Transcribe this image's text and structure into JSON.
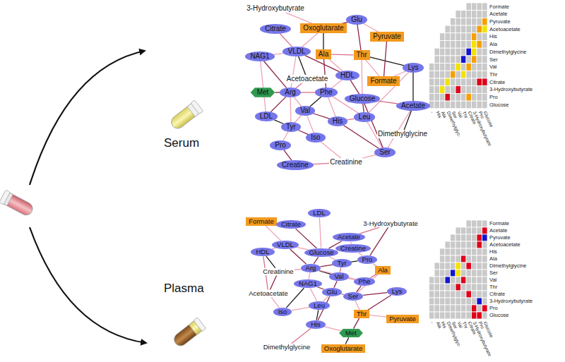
{
  "diagram": {
    "nodes": [
      {
        "text": [
          "3-Hydroxybutyrate"
        ]
      },
      {
        "text": [
          "Oxoglutarate"
        ]
      },
      {
        "text": [
          "Glu"
        ]
      },
      {
        "text": [
          "Citrate"
        ]
      },
      {
        "text": [
          "Pyruvate"
        ]
      },
      {
        "text": [
          "NAG1"
        ]
      },
      {
        "text": [
          "VLDL"
        ]
      },
      {
        "text": [
          "Ala"
        ]
      },
      {
        "text": [
          "Thr"
        ]
      },
      {
        "text": [
          "Acetoacetate"
        ]
      },
      {
        "text": [
          "HDL"
        ]
      },
      {
        "text": [
          "Lys"
        ]
      },
      {
        "text": [
          "Formate"
        ]
      },
      {
        "text": [
          "Met"
        ]
      },
      {
        "text": [
          "Arg"
        ]
      },
      {
        "text": [
          "Phe"
        ]
      },
      {
        "text": [
          "Glucose"
        ]
      },
      {
        "text": [
          "Val"
        ]
      },
      {
        "text": [
          "LDL"
        ]
      },
      {
        "text": [
          "Tyr"
        ]
      },
      {
        "text": [
          "Leu"
        ]
      },
      {
        "text": [
          "His"
        ]
      },
      {
        "text": [
          "Acetate"
        ]
      },
      {
        "text": [
          "Iso"
        ]
      },
      {
        "text": [
          "Pro"
        ]
      },
      {
        "text": [
          "Dimethylglycine"
        ]
      },
      {
        "text": [
          "Ser"
        ]
      },
      {
        "text": [
          "Creatine"
        ]
      },
      {
        "text": [
          "Creatinine"
        ]
      },
      {
        "text": [
          "LDL"
        ]
      },
      {
        "text": [
          "Formate"
        ]
      },
      {
        "text": [
          "Citrate"
        ]
      },
      {
        "text": [
          "3-Hydroxybutyrate"
        ]
      },
      {
        "text": [
          "Acetate"
        ]
      },
      {
        "text": [
          "HDL"
        ]
      },
      {
        "text": [
          "VLDL"
        ]
      },
      {
        "text": [
          "Glucose"
        ]
      },
      {
        "text": [
          "Creatine"
        ]
      },
      {
        "text": [
          "Pro"
        ]
      },
      {
        "text": [
          "Tyr"
        ]
      },
      {
        "text": [
          "Creatinine"
        ]
      },
      {
        "text": [
          "Arg"
        ]
      },
      {
        "text": [
          "Val"
        ]
      },
      {
        "text": [
          "Ala"
        ]
      },
      {
        "text": [
          "Phe"
        ]
      },
      {
        "text": [
          "NAG1"
        ]
      },
      {
        "text": [
          "Acetoacetate"
        ]
      },
      {
        "text": [
          "Ser"
        ]
      },
      {
        "text": [
          "Lys"
        ]
      },
      {
        "text": [
          "Iso"
        ]
      },
      {
        "text": [
          "Leu"
        ]
      },
      {
        "text": [
          "Glu"
        ]
      },
      {
        "text": [
          "His"
        ]
      },
      {
        "text": [
          "Thr"
        ]
      },
      {
        "text": [
          "Met"
        ]
      },
      {
        "text": [
          "Pyruvate"
        ]
      },
      {
        "text": [
          "Dimethylglycine"
        ]
      },
      {
        "text": [
          "Oxoglutarate"
        ]
      }
    ],
    "edges": [
      {
        "from": 0,
        "to": 1,
        "arrow": "none"
      },
      {
        "from": 1,
        "to": 2,
        "arrow": "none"
      },
      {
        "from": 1,
        "to": 6,
        "arrow": "none"
      },
      {
        "from": 1,
        "to": 7,
        "arrow": "none"
      },
      {
        "from": 2,
        "to": 4,
        "arrow": "none"
      },
      {
        "from": 2,
        "to": 8,
        "arrow": "none"
      },
      {
        "from": 3,
        "to": 6,
        "arrow": "none"
      },
      {
        "from": 5,
        "to": 6,
        "arrow": "none"
      },
      {
        "from": 5,
        "to": 14,
        "arrow": "none"
      },
      {
        "from": 5,
        "to": 18,
        "arrow": "none"
      },
      {
        "from": 6,
        "to": 9,
        "arrow": "none"
      },
      {
        "from": 6,
        "to": 14,
        "arrow": "none"
      },
      {
        "from": 6,
        "to": 10,
        "arrow": "none"
      },
      {
        "from": 7,
        "to": 8,
        "arrow": "none"
      },
      {
        "from": 7,
        "to": 10,
        "arrow": "none"
      },
      {
        "from": 7,
        "to": 15,
        "arrow": "none"
      },
      {
        "from": 8,
        "to": 12,
        "arrow": "none"
      },
      {
        "from": 8,
        "to": 11,
        "arrow": "none"
      },
      {
        "from": 8,
        "to": 16,
        "arrow": "none"
      },
      {
        "from": 4,
        "to": 12,
        "arrow": "none"
      },
      {
        "from": 9,
        "to": 14,
        "arrow": "none"
      },
      {
        "from": 10,
        "to": 15,
        "arrow": "none"
      },
      {
        "from": 10,
        "to": 16,
        "arrow": "none"
      },
      {
        "from": 11,
        "to": 12,
        "arrow": "none"
      },
      {
        "from": 11,
        "to": 22,
        "arrow": "none"
      },
      {
        "from": 11,
        "to": 20,
        "arrow": "none"
      },
      {
        "from": 13,
        "to": 14,
        "arrow": "none"
      },
      {
        "from": 14,
        "to": 15,
        "arrow": "none"
      },
      {
        "from": 14,
        "to": 17,
        "arrow": "none"
      },
      {
        "from": 14,
        "to": 18,
        "arrow": "none"
      },
      {
        "from": 14,
        "to": 19,
        "arrow": "none"
      },
      {
        "from": 15,
        "to": 17,
        "arrow": "none"
      },
      {
        "from": 15,
        "to": 20,
        "arrow": "none"
      },
      {
        "from": 16,
        "to": 20,
        "arrow": "none"
      },
      {
        "from": 16,
        "to": 22,
        "arrow": "none"
      },
      {
        "from": 17,
        "to": 19,
        "arrow": "none"
      },
      {
        "from": 17,
        "to": 21,
        "arrow": "none"
      },
      {
        "from": 17,
        "to": 23,
        "arrow": "none"
      },
      {
        "from": 18,
        "to": 19,
        "arrow": "none"
      },
      {
        "from": 19,
        "to": 24,
        "arrow": "none"
      },
      {
        "from": 19,
        "to": 23,
        "arrow": "none"
      },
      {
        "from": 20,
        "to": 21,
        "arrow": "none"
      },
      {
        "from": 20,
        "to": 26,
        "arrow": "none"
      },
      {
        "from": 21,
        "to": 26,
        "arrow": "none"
      },
      {
        "from": 22,
        "to": 26,
        "arrow": "none"
      },
      {
        "from": 22,
        "to": 25,
        "arrow": "none"
      },
      {
        "from": 23,
        "to": 28,
        "arrow": "none"
      },
      {
        "from": 24,
        "to": 27,
        "arrow": "none"
      },
      {
        "from": 27,
        "to": 28,
        "arrow": "none"
      },
      {
        "from": 28,
        "to": 26,
        "arrow": "none"
      },
      {
        "from": 16,
        "to": 26,
        "arrow": "none"
      },
      {
        "from": 15,
        "to": 21,
        "arrow": "none"
      },
      {
        "from": 30,
        "to": 31,
        "arrow": "none"
      },
      {
        "from": 30,
        "to": 35,
        "arrow": "none"
      },
      {
        "from": 31,
        "to": 36,
        "arrow": "none"
      },
      {
        "from": 32,
        "to": 33,
        "arrow": "none"
      },
      {
        "from": 33,
        "to": 37,
        "arrow": "none"
      },
      {
        "from": 33,
        "to": 36,
        "arrow": "none"
      },
      {
        "from": 34,
        "to": 35,
        "arrow": "none"
      },
      {
        "from": 34,
        "to": 40,
        "arrow": "none"
      },
      {
        "from": 35,
        "to": 36,
        "arrow": "none"
      },
      {
        "from": 35,
        "to": 41,
        "arrow": "none"
      },
      {
        "from": 36,
        "to": 37,
        "arrow": "none"
      },
      {
        "from": 36,
        "to": 39,
        "arrow": "none"
      },
      {
        "from": 36,
        "to": 41,
        "arrow": "none"
      },
      {
        "from": 37,
        "to": 38,
        "arrow": "none"
      },
      {
        "from": 38,
        "to": 39,
        "arrow": "none"
      },
      {
        "from": 38,
        "to": 43,
        "arrow": "none"
      },
      {
        "from": 39,
        "to": 41,
        "arrow": "none"
      },
      {
        "from": 39,
        "to": 42,
        "arrow": "none"
      },
      {
        "from": 40,
        "to": 41,
        "arrow": "none"
      },
      {
        "from": 40,
        "to": 46,
        "arrow": "none"
      },
      {
        "from": 41,
        "to": 45,
        "arrow": "none"
      },
      {
        "from": 41,
        "to": 42,
        "arrow": "none"
      },
      {
        "from": 42,
        "to": 44,
        "arrow": "none"
      },
      {
        "from": 42,
        "to": 51,
        "arrow": "none"
      },
      {
        "from": 43,
        "to": 44,
        "arrow": "none"
      },
      {
        "from": 43,
        "to": 47,
        "arrow": "none"
      },
      {
        "from": 44,
        "to": 47,
        "arrow": "none"
      },
      {
        "from": 45,
        "to": 50,
        "arrow": "none"
      },
      {
        "from": 45,
        "to": 49,
        "arrow": "none"
      },
      {
        "from": 46,
        "to": 49,
        "arrow": "none"
      },
      {
        "from": 47,
        "to": 48,
        "arrow": "none"
      },
      {
        "from": 47,
        "to": 51,
        "arrow": "none"
      },
      {
        "from": 47,
        "to": 53,
        "arrow": "none"
      },
      {
        "from": 48,
        "to": 53,
        "arrow": "none"
      },
      {
        "from": 49,
        "to": 50,
        "arrow": "none"
      },
      {
        "from": 50,
        "to": 52,
        "arrow": "none"
      },
      {
        "from": 50,
        "to": 51,
        "arrow": "none"
      },
      {
        "from": 51,
        "to": 52,
        "arrow": "none"
      },
      {
        "from": 52,
        "to": 56,
        "arrow": "none"
      },
      {
        "from": 52,
        "to": 54,
        "arrow": "none"
      },
      {
        "from": 53,
        "to": 54,
        "arrow": "none"
      },
      {
        "from": 53,
        "to": 55,
        "arrow": "none"
      },
      {
        "from": 54,
        "to": 57,
        "arrow": "none"
      },
      {
        "from": 29,
        "to": 36,
        "arrow": "none"
      },
      {
        "from": 32,
        "to": 38,
        "arrow": "none"
      },
      {
        "from": 34,
        "to": 46,
        "arrow": "none"
      },
      {
        "from": 41,
        "to": 44,
        "arrow": "none"
      },
      {
        "from": 45,
        "to": 51,
        "arrow": "none"
      }
    ],
    "labels": [
      "Serum",
      "Plasma",
      "Formate",
      "Acetate",
      "Pyruvate",
      "Acetoacetate",
      "His",
      "Ala",
      "Dimethylglycine",
      "Ser",
      "Val",
      "Thr",
      "Citrate",
      "3-Hydroxybutyrate",
      "Pro",
      "Glucose",
      "-",
      "His",
      "Ala",
      "Dimethylglyc-",
      "Ser",
      "Val",
      "Thr",
      "Citrate",
      "3-Hydroxybutyrate",
      "Pro",
      "Glucose",
      "Formate",
      "Acetate",
      "Pyruvate",
      "Acetoacetate",
      "His",
      "Ala",
      "Dimethylglycine",
      "Ser",
      "Val",
      "Thr",
      "Citrate",
      "3-Hydroxybutyrate",
      "Pro",
      "Glucose",
      "-",
      "Ala",
      "His",
      "Dimethylglyc-",
      "Ser",
      "Val",
      "Thr",
      "Citrate",
      "3-Hydroxybutyrate",
      "Pro",
      "Glucose"
    ]
  }
}
